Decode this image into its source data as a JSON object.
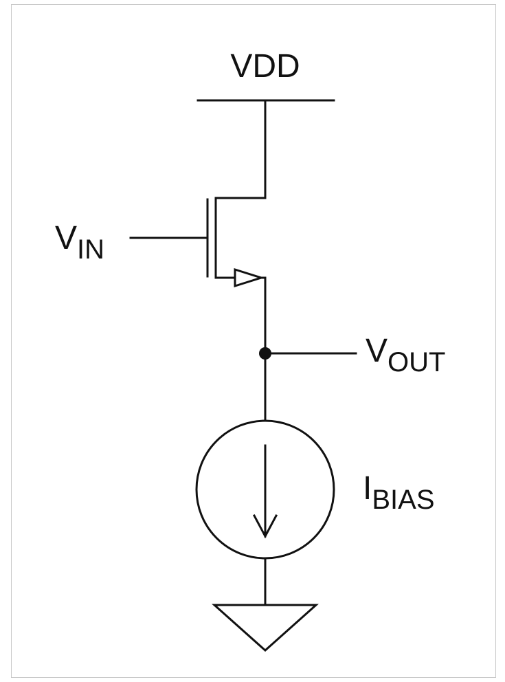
{
  "circuit": {
    "supply_label": "VDD",
    "input_label": {
      "main": "V",
      "sub": "IN"
    },
    "output_label": {
      "main": "V",
      "sub": "OUT"
    },
    "current_source_label": {
      "main": "I",
      "sub": "BIAS"
    }
  },
  "colors": {
    "wire": "#111111",
    "border": "#c8c8c8",
    "background": "#ffffff"
  }
}
